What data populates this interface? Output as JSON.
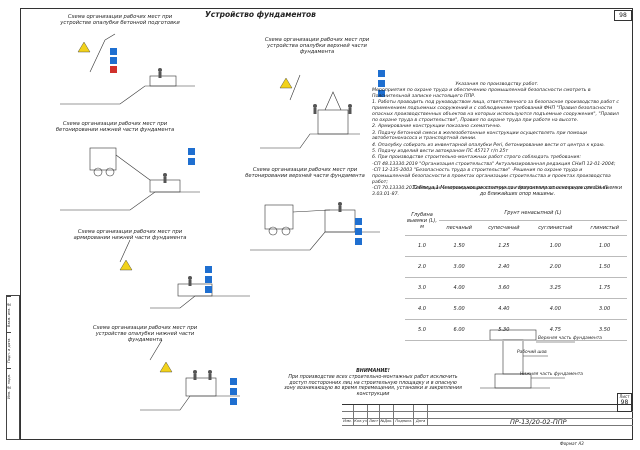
{
  "sheet": {
    "title": "Устройство фундаментов",
    "number_top": "98",
    "code": "ПР-13/20-02-ППР",
    "sheet_label": "Лист",
    "sheet_number_bottom": "98",
    "format": "Формат  А3"
  },
  "schemes": [
    {
      "caption": "Схема организации рабочих мест при устройстве опалубки бетонной подготовки"
    },
    {
      "caption": "Схема организации рабочих мест при устройства опалубки верхней части фундамента"
    },
    {
      "caption": "Схема организации рабочих мест при бетонировании нижней части фундамента"
    },
    {
      "caption": "Схема организации рабочих мест при бетонировании верхней части фундамента"
    },
    {
      "caption": "Схема организации рабочих мест при армировании нижней части фундамента"
    },
    {
      "caption": "Схема организации рабочих мест при устройстве опалубки нижней части фундамента"
    }
  ],
  "notes": {
    "heading": "Указания по производству работ.",
    "items": [
      "Мероприятия по охране труда и обеспечению промышленной безопасности смотреть в Пояснительной записке настоящего ППР.",
      "1.    Работы проводить под руководством лица, ответственного за безопасное производство работ с применением подъемных сооружений и с соблюдением требований ФНП \"Правил безопасности опасных производственных объектов на которых используются подъемные сооружения\", \"Правил по охране труда в строительстве\", Правил по охране труда при работе на высоте.",
      "2.    Армирование конструкции показано схематично.",
      "3.    Подачу бетонной смеси в железобетонные конструкции осуществлять при помощи автобетононасоса и транспортной линии.",
      "4.    Опалубку собирать из инвентарной опалубки Peri, бетонирование вести от центра к краю.",
      "5.    Подачу изделий вести автокраном ПС 45717 г/п 25т",
      "6.    При производстве строительно-монтажных работ строго соблюдать требования:",
      "-СП 48.13330.2019 \"Организация строительства\" Актуализированная редакция СНиП 12-01-2004;",
      "-СП 12-135-2003 \"Безопасность труда в строительстве\" -Решения по охране труда и промышленной безопасности в проектах организации строительства и проектах производства работ;",
      "-СП 70.13330.2012 Несущие и ограждающие конструкции Актуализированная редакция СНиП 3.03.01-87."
    ]
  },
  "distance_table": {
    "title": "Таблица 1 Минимальное расстояние по горизонтали от основания откоса выемки до ближайших опор машины.",
    "depth_header": "Глубина выемки (L), м",
    "soil_header": "Грунт ненасыпной (L)",
    "columns": [
      "песчаный",
      "супесчаный",
      "суглинистый",
      "глинистый"
    ],
    "rows": [
      {
        "depth": "1.0",
        "values": [
          "1.50",
          "1.25",
          "1.00",
          "1.00"
        ]
      },
      {
        "depth": "2.0",
        "values": [
          "3.00",
          "2.40",
          "2.00",
          "1.50"
        ]
      },
      {
        "depth": "3.0",
        "values": [
          "4.00",
          "3.60",
          "3.25",
          "1.75"
        ]
      },
      {
        "depth": "4.0",
        "values": [
          "5.00",
          "4.40",
          "4.00",
          "3.00"
        ]
      },
      {
        "depth": "5.0",
        "values": [
          "6.00",
          "5.30",
          "4.75",
          "3.50"
        ]
      }
    ]
  },
  "detail": {
    "labels": [
      "Верхняя часть фундамента",
      "Рабочий шов",
      "Нижняя часть фундамента"
    ]
  },
  "warning": {
    "title": "ВНИМАНИЕ!",
    "text": "При производстве всех строительно-монтажных работ  исключить доступ посторонних лиц на строительную площадку и в опасную зону возникающую во время перемещения, установки и  закрепления конструкции"
  },
  "stamp": {
    "headers": [
      "Изм.",
      "Кол.уч",
      "Лист",
      "№Док.",
      "Подпись",
      "Дата"
    ]
  },
  "left_strip": [
    "Взам. инв. №",
    "Подп. и дата",
    "Инв. № подл."
  ],
  "colors": {
    "line": "#333333",
    "sign_blue": "#1f6fd0",
    "sign_yellow": "#f2d21b",
    "danger_red": "#d0312d",
    "figure_fill": "#555555"
  }
}
